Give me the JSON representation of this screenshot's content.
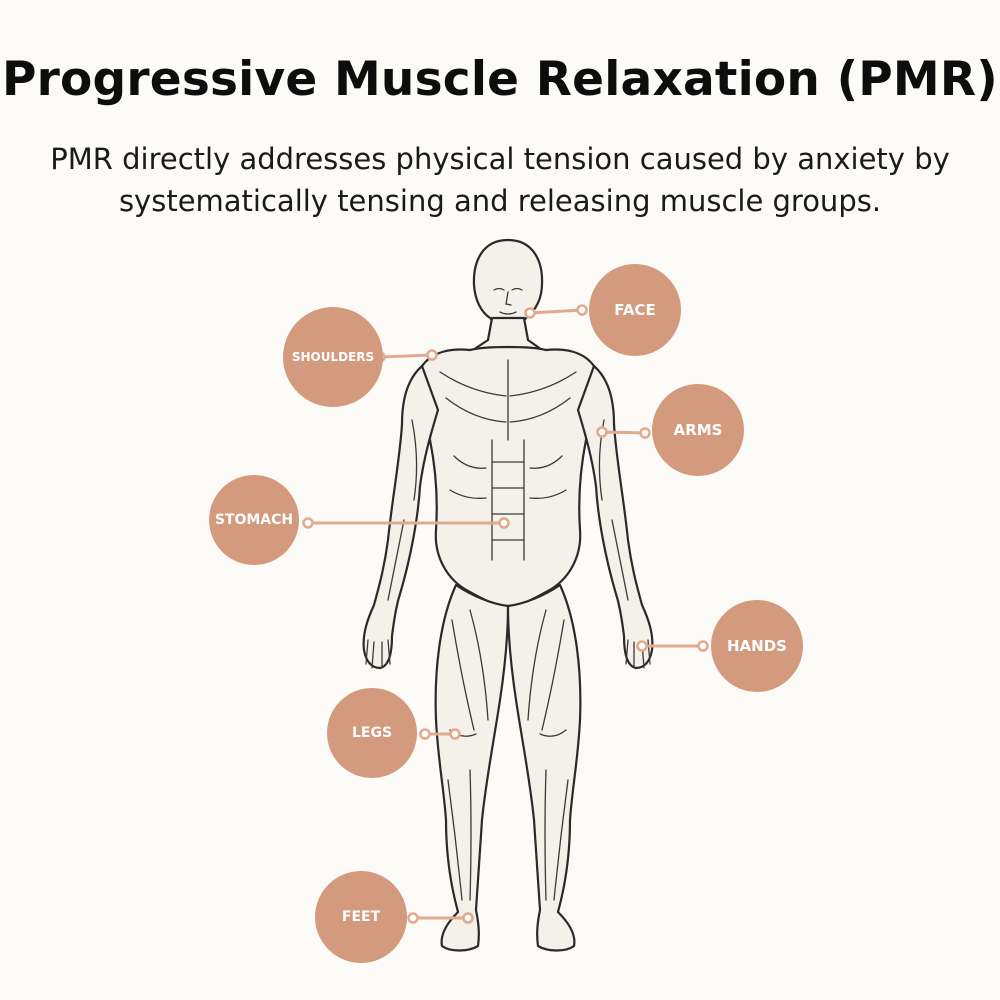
{
  "header": {
    "title": "Progressive Muscle Relaxation (PMR)",
    "subtitle": "PMR directly addresses physical tension caused by anxiety by systematically tensing and releasing muscle groups."
  },
  "colors": {
    "accent": "#d39a7e",
    "line": "#e3a98c",
    "text_dark": "#111111",
    "background": "#fdfbf7"
  },
  "body_figure": {
    "icon": "anatomical-muscle-figure"
  },
  "muscle_groups": [
    {
      "label": "FACE"
    },
    {
      "label": "SHOULDERS"
    },
    {
      "label": "ARMS"
    },
    {
      "label": "STOMACH"
    },
    {
      "label": "HANDS"
    },
    {
      "label": "LEGS"
    },
    {
      "label": "FEET"
    }
  ]
}
